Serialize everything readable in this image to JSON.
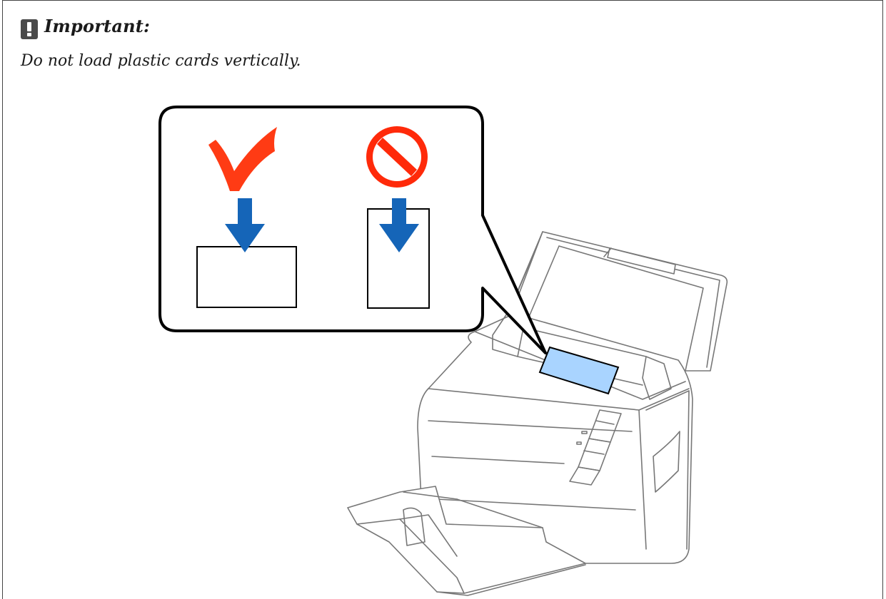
{
  "notice": {
    "icon": "exclamation-icon",
    "title": "Important:",
    "message": "Do not load plastic cards vertically."
  },
  "illustration": {
    "subject": "scanner",
    "correct_marker": "checkmark-icon",
    "incorrect_marker": "prohibited-icon",
    "arrow_icon": "down-arrow-icon",
    "colors": {
      "check": "#ff3b14",
      "prohibit": "#ff2a0a",
      "arrow": "#1565b8",
      "card": "#a9d4ff",
      "outline": "#000000",
      "scanner_line": "#777777"
    }
  }
}
